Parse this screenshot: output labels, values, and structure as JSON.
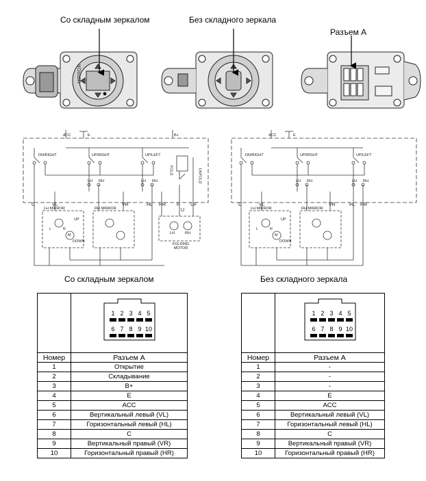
{
  "top_captions": {
    "with_folding": "Со складным зеркалом",
    "without_folding": "Без складного зеркала",
    "connector": "Разъем А"
  },
  "switch_labels": {
    "mirror": "MIRROR"
  },
  "schematics": {
    "left": {
      "caption": "Со складным зеркалом",
      "labels": {
        "acc": "ACC",
        "e": "E",
        "bplus": "B+",
        "dn_right": "DN/RIGHT",
        "up_right": "UP/RIGHT",
        "up_left": "UP/LEFT",
        "lh": "LH",
        "rh": "RH",
        "lh2": "LH",
        "rh2": "RH",
        "fold": "FOLD",
        "unfold": "UNFOLD",
        "c": "C",
        "vl": "VL",
        "vr": "VR",
        "hl": "HL",
        "hr": "HR",
        "f": "F",
        "u": "U",
        "uf": "UF",
        "lh_mirror": "LH MIRROR",
        "rh_mirror": "RH MIRROR",
        "up": "UP",
        "down": "DOWN",
        "l": "L",
        "r": "R",
        "m": "M",
        "fold_lh": "LH",
        "fold_rh": "RH",
        "folding_motor": "FOLDING MOTOR"
      }
    },
    "right": {
      "caption": "Без складного зеркала",
      "labels": {
        "acc": "ACC",
        "e": "E",
        "dn_right": "DN/RIGHT",
        "up_right": "UP/RIGHT",
        "up_left": "UP/LEFT",
        "lh": "LH",
        "rh": "RH",
        "lh2": "LH",
        "rh2": "RH",
        "c": "C",
        "vl": "VL",
        "vr": "VR",
        "hl": "HL",
        "hr": "HR",
        "lh_mirror": "LH MIRROR",
        "rh_mirror": "RH MIRROR",
        "up": "UP",
        "down": "DOWN",
        "l": "L",
        "r": "R",
        "m": "M"
      }
    }
  },
  "connector_pins": {
    "top": [
      "1",
      "2",
      "3",
      "4",
      "5"
    ],
    "bottom": [
      "6",
      "7",
      "8",
      "9",
      "10"
    ]
  },
  "tables": {
    "left": {
      "header_num": "Номер",
      "header_conn": "Разъем А",
      "rows": [
        {
          "num": "1",
          "name": "Открытие"
        },
        {
          "num": "2",
          "name": "Складывание"
        },
        {
          "num": "3",
          "name": "B+"
        },
        {
          "num": "4",
          "name": "E"
        },
        {
          "num": "5",
          "name": "ACC"
        },
        {
          "num": "6",
          "name": "Вертикальный левый (VL)"
        },
        {
          "num": "7",
          "name": "Горизонтальный левый (HL)"
        },
        {
          "num": "8",
          "name": "C"
        },
        {
          "num": "9",
          "name": "Вертикальный правый (VR)"
        },
        {
          "num": "10",
          "name": "Горизонтальный правый (HR)"
        }
      ]
    },
    "right": {
      "header_num": "Номер",
      "header_conn": "Разъем А",
      "rows": [
        {
          "num": "1",
          "name": "-"
        },
        {
          "num": "2",
          "name": "-"
        },
        {
          "num": "3",
          "name": "-"
        },
        {
          "num": "4",
          "name": "E"
        },
        {
          "num": "5",
          "name": "ACC"
        },
        {
          "num": "6",
          "name": "Вертикальный левый (VL)"
        },
        {
          "num": "7",
          "name": "Горизонтальный левый (HL)"
        },
        {
          "num": "8",
          "name": "C"
        },
        {
          "num": "9",
          "name": "Вертикальный правый (VR)"
        },
        {
          "num": "10",
          "name": "Горизонтальный правый (HR)"
        }
      ]
    }
  }
}
